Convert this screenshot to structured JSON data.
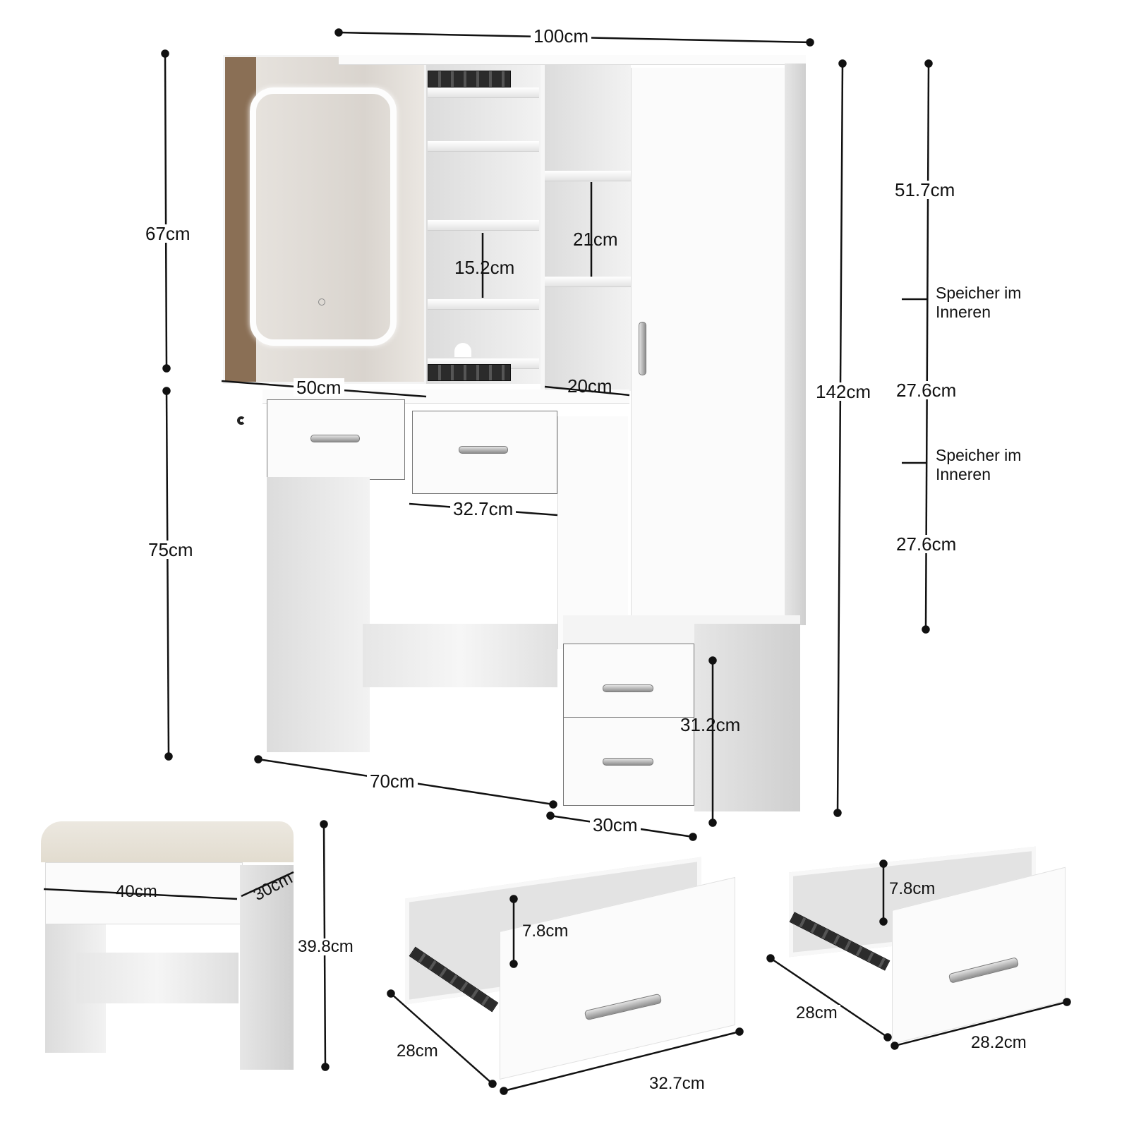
{
  "diagram": {
    "subject": "Vanity dressing table with LED mirror, side cabinet, stool and drawers",
    "vanity": {
      "overall_width": "100cm",
      "overall_height": "142cm",
      "mirror_section_height": "67cm",
      "table_height": "75cm",
      "mirror_width": "50cm",
      "shelf_spacing_small": "15.2cm",
      "shelf_spacing_mid": "21cm",
      "shelf_depth": "20cm",
      "knee_space_width": "32.7cm",
      "table_width": "70cm",
      "depth": "30cm",
      "drawer_unit_height": "31.2cm"
    },
    "tall_cabinet": {
      "top_height": "51.7cm",
      "middle_height": "27.6cm",
      "bottom_height": "27.6cm",
      "notes": [
        "Speicher im Inneren",
        "Speicher im Inneren"
      ]
    },
    "stool": {
      "width": "40cm",
      "depth": "30cm",
      "height": "39.8cm"
    },
    "drawer_large": {
      "depth_label": "7.8cm",
      "length": "28cm",
      "width": "32.7cm"
    },
    "drawer_small": {
      "depth_label": "7.8cm",
      "length": "28cm",
      "width": "28.2cm"
    },
    "colors": {
      "furniture": "#fbfbfb",
      "cushion": "#e9e4da",
      "mirror": "#e6e2dd",
      "curtain": "#8a6f55",
      "line": "#111111"
    }
  }
}
